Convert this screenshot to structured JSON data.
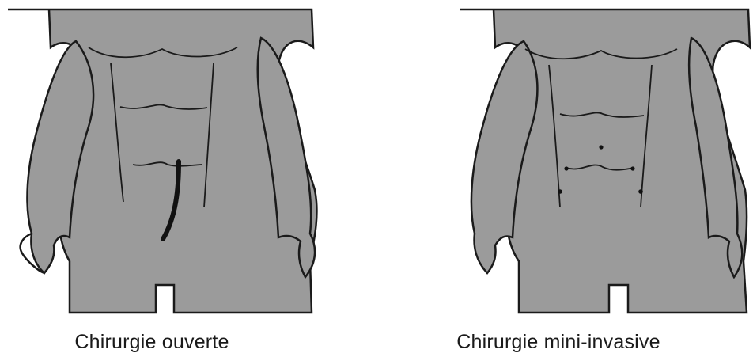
{
  "figures": [
    {
      "id": "open",
      "caption": "Chirurgie ouverte",
      "incision": "open-vertical"
    },
    {
      "id": "mini",
      "caption": "Chirurgie mini-invasive",
      "incision": "port-sites"
    }
  ],
  "colors": {
    "body_fill": "#9b9b9b",
    "outline": "#1a1a1a",
    "incision": "#111111",
    "background": "#ffffff"
  }
}
